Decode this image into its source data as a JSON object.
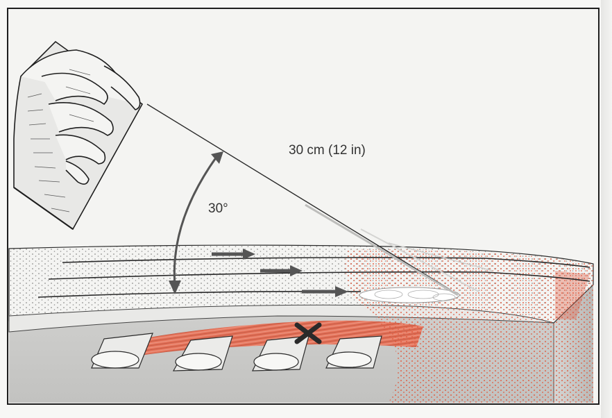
{
  "labels": {
    "distance": "30 cm (12 in)",
    "angle": "30°"
  },
  "colors": {
    "ink": "#2a2a2a",
    "spray_red": "#e0573b",
    "muscle_red": "#e86a4f",
    "tissue_gray": "#c9c9c7",
    "paper": "#f4f4f2"
  },
  "icons": [
    "hand-holding-spray-can",
    "arrow-right",
    "x-mark",
    "angle-arc"
  ]
}
